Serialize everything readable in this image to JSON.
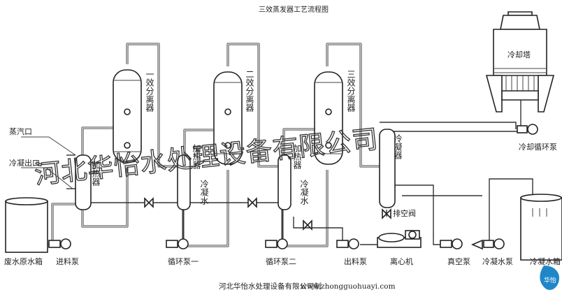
{
  "title": "三效蒸发器工艺流程图",
  "watermark": "河北华怡水处理设备有限公司",
  "footer_company": "河北华怡水处理设备有限公司制",
  "footer_url": "www.zhongguohuayi.com",
  "logo_text": "华怡",
  "labels": {
    "steam_inlet": "蒸汽口",
    "condensate_outlet": "冷凝出口",
    "raw_water_tank": "废水原水箱",
    "feed_pump": "进料泵",
    "heater_1": "加热器",
    "separator_1": "一效分离器",
    "circ_pump_1": "循环泵一",
    "heater_2": "加热器",
    "separator_2": "二效分离器",
    "condensate_water_1": "冷凝水",
    "circ_pump_2": "循环泵二",
    "heater_3": "加热器",
    "separator_3": "三效分离器",
    "condensate_water_2": "冷凝水",
    "discharge_pump": "出料泵",
    "centrifuge": "离心机",
    "condenser": "冷凝器",
    "vent_valve": "排空阀",
    "vacuum_pump": "真空泵",
    "condensate_pump": "冷凝水泵",
    "cooling_tower": "冷却塔",
    "cooling_circ_pump": "冷却循环泵",
    "condensate_tank": "冷凝水箱"
  },
  "colors": {
    "line": "#333333",
    "logo": "#1f87c8"
  }
}
